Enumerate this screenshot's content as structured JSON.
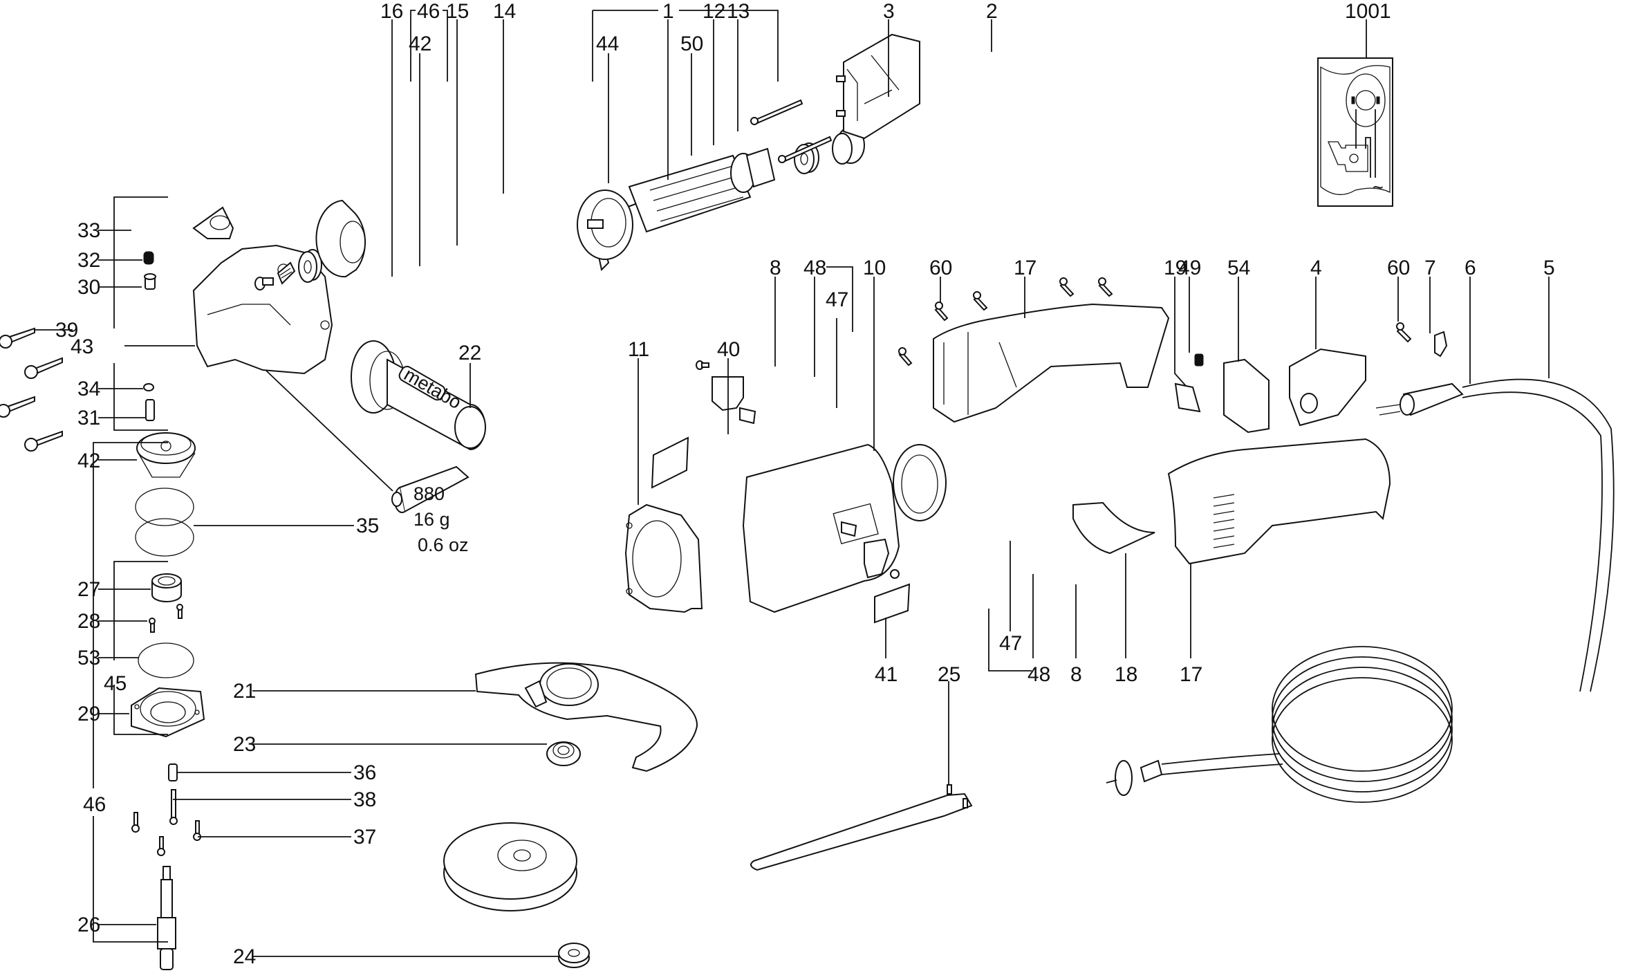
{
  "diagram": {
    "title": "Angle grinder exploded parts diagram",
    "callouts": [
      {
        "id": "1",
        "label": "1"
      },
      {
        "id": "2",
        "label": "2"
      },
      {
        "id": "3",
        "label": "3"
      },
      {
        "id": "4",
        "label": "4"
      },
      {
        "id": "5",
        "label": "5"
      },
      {
        "id": "6",
        "label": "6"
      },
      {
        "id": "7",
        "label": "7"
      },
      {
        "id": "8a",
        "label": "8"
      },
      {
        "id": "8b",
        "label": "8"
      },
      {
        "id": "10",
        "label": "10"
      },
      {
        "id": "11",
        "label": "11"
      },
      {
        "id": "12",
        "label": "12"
      },
      {
        "id": "13",
        "label": "13"
      },
      {
        "id": "14",
        "label": "14"
      },
      {
        "id": "15",
        "label": "15"
      },
      {
        "id": "16",
        "label": "16"
      },
      {
        "id": "17a",
        "label": "17"
      },
      {
        "id": "17b",
        "label": "17"
      },
      {
        "id": "18",
        "label": "18"
      },
      {
        "id": "19",
        "label": "19"
      },
      {
        "id": "21",
        "label": "21"
      },
      {
        "id": "22",
        "label": "22"
      },
      {
        "id": "23",
        "label": "23"
      },
      {
        "id": "24",
        "label": "24"
      },
      {
        "id": "25",
        "label": "25"
      },
      {
        "id": "26",
        "label": "26"
      },
      {
        "id": "27",
        "label": "27"
      },
      {
        "id": "28",
        "label": "28"
      },
      {
        "id": "29",
        "label": "29"
      },
      {
        "id": "30",
        "label": "30"
      },
      {
        "id": "31",
        "label": "31"
      },
      {
        "id": "32",
        "label": "32"
      },
      {
        "id": "33",
        "label": "33"
      },
      {
        "id": "34",
        "label": "34"
      },
      {
        "id": "35",
        "label": "35"
      },
      {
        "id": "36",
        "label": "36"
      },
      {
        "id": "37",
        "label": "37"
      },
      {
        "id": "38",
        "label": "38"
      },
      {
        "id": "39",
        "label": "39"
      },
      {
        "id": "40",
        "label": "40"
      },
      {
        "id": "41",
        "label": "41"
      },
      {
        "id": "42a",
        "label": "42"
      },
      {
        "id": "42b",
        "label": "42"
      },
      {
        "id": "43",
        "label": "43"
      },
      {
        "id": "44",
        "label": "44"
      },
      {
        "id": "45",
        "label": "45"
      },
      {
        "id": "46a",
        "label": "46"
      },
      {
        "id": "46b",
        "label": "46"
      },
      {
        "id": "47a",
        "label": "47"
      },
      {
        "id": "47b",
        "label": "47"
      },
      {
        "id": "48a",
        "label": "48"
      },
      {
        "id": "48b",
        "label": "48"
      },
      {
        "id": "49",
        "label": "49"
      },
      {
        "id": "50",
        "label": "50"
      },
      {
        "id": "53",
        "label": "53"
      },
      {
        "id": "54",
        "label": "54"
      },
      {
        "id": "60a",
        "label": "60"
      },
      {
        "id": "60b",
        "label": "60"
      },
      {
        "id": "1001",
        "label": "1001"
      }
    ],
    "grease_tube": {
      "text": "880",
      "weight_g": "16 g",
      "weight_oz": "0.6 oz"
    },
    "handle_brand": "metabo",
    "wiring_symbol": "~"
  }
}
